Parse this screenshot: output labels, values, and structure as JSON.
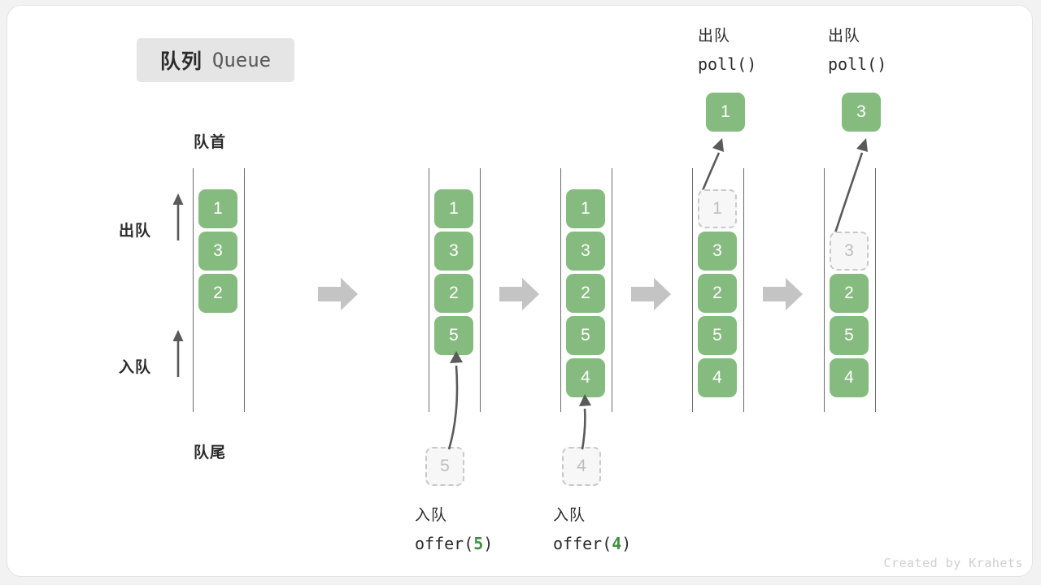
{
  "title": {
    "cn": "队列",
    "en": "Queue"
  },
  "labels": {
    "head": "队首",
    "tail": "队尾",
    "dequeue": "出队",
    "enqueue": "入队"
  },
  "colors": {
    "element": "#86bb80",
    "ghost_border": "#c9c9c9",
    "ghost_text": "#bdbdbd",
    "rail": "#6d6d6d",
    "step_arrow": "#c4c4c4",
    "badge_bg": "#e5e5e5",
    "code_highlight": "#3f9142",
    "card_bg": "#ffffff",
    "page_bg": "#f2f2f2"
  },
  "columns": [
    {
      "id": "initial",
      "slots": [
        {
          "value": "1",
          "state": "filled"
        },
        {
          "value": "3",
          "state": "filled"
        },
        {
          "value": "2",
          "state": "filled"
        }
      ]
    },
    {
      "id": "after-offer-5",
      "slots": [
        {
          "value": "1",
          "state": "filled"
        },
        {
          "value": "3",
          "state": "filled"
        },
        {
          "value": "2",
          "state": "filled"
        },
        {
          "value": "5",
          "state": "filled"
        }
      ],
      "input_token": "5",
      "caption": {
        "cn": "入队",
        "code_prefix": "offer(",
        "code_num": "5",
        "code_suffix": ")"
      }
    },
    {
      "id": "after-offer-4",
      "slots": [
        {
          "value": "1",
          "state": "filled"
        },
        {
          "value": "3",
          "state": "filled"
        },
        {
          "value": "2",
          "state": "filled"
        },
        {
          "value": "5",
          "state": "filled"
        },
        {
          "value": "4",
          "state": "filled"
        }
      ],
      "input_token": "4",
      "caption": {
        "cn": "入队",
        "code_prefix": "offer(",
        "code_num": "4",
        "code_suffix": ")"
      }
    },
    {
      "id": "after-poll-1",
      "slots": [
        {
          "value": "1",
          "state": "ghost"
        },
        {
          "value": "3",
          "state": "filled"
        },
        {
          "value": "2",
          "state": "filled"
        },
        {
          "value": "5",
          "state": "filled"
        },
        {
          "value": "4",
          "state": "filled"
        }
      ],
      "output_token": "1",
      "caption": {
        "cn": "出队",
        "code_prefix": "poll(",
        "code_num": "",
        "code_suffix": ")"
      }
    },
    {
      "id": "after-poll-3",
      "slots": [
        {
          "value": "",
          "state": "empty"
        },
        {
          "value": "3",
          "state": "ghost"
        },
        {
          "value": "2",
          "state": "filled"
        },
        {
          "value": "5",
          "state": "filled"
        },
        {
          "value": "4",
          "state": "filled"
        }
      ],
      "output_token": "3",
      "caption": {
        "cn": "出队",
        "code_prefix": "poll(",
        "code_num": "",
        "code_suffix": ")"
      }
    }
  ],
  "credit": "Created by Krahets"
}
